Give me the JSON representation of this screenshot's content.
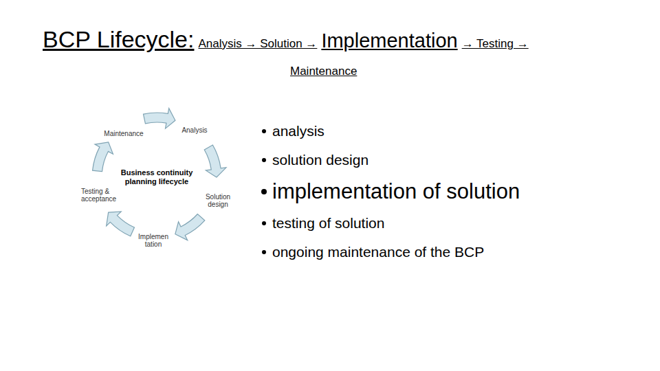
{
  "diagram": {
    "title": "BCP Lifecycle:",
    "labels": [
      "Analysis → Solution →",
      "Implementation",
      "→ Testing →",
      "Maintenance",
      "Maintenance",
      "Analysis",
      "Business continuity planning lifecycle",
      "Solution design",
      "Implemen tation",
      "Testing & acceptance",
      "analysis",
      "solution design",
      "implementation of solution",
      "testing of solution",
      "ongoing maintenance of the BCP"
    ]
  }
}
